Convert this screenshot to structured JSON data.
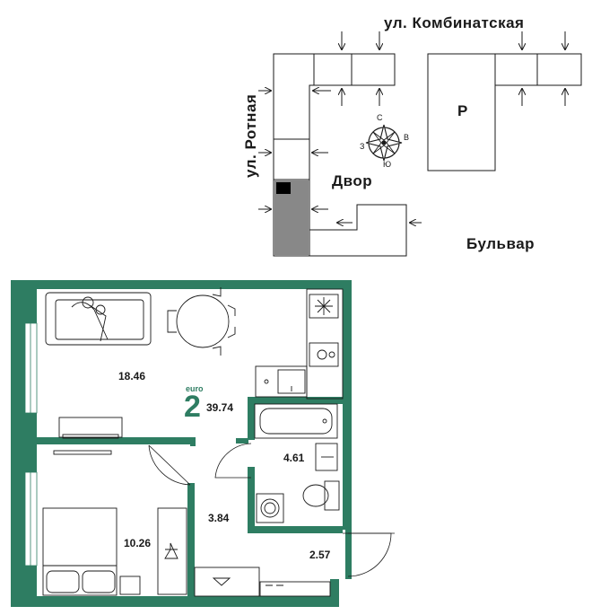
{
  "site": {
    "streets": {
      "kombinatskaya": "ул. Комбинатская",
      "rotnaya": "ул. Ротная",
      "bulvar": "Бульвар"
    },
    "yard_label": "Двор",
    "parking_label": "Р",
    "compass": {
      "north": "С",
      "east": "В",
      "south": "Ю",
      "west": "З"
    }
  },
  "apartment": {
    "type_label": "euro",
    "rooms": "2",
    "total_area": "39.74",
    "room_areas": {
      "living_kitchen": "18.46",
      "bedroom": "10.26",
      "hallway": "3.84",
      "bathroom": "4.61",
      "balcony": "2.57"
    }
  },
  "colors": {
    "wall": "#2e7d62",
    "highlight": "#888888",
    "line": "#1a1a1a"
  }
}
